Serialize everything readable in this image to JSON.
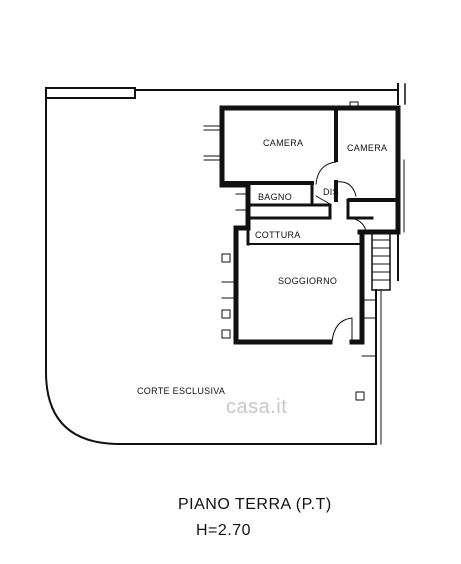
{
  "rooms": {
    "camera1": "CAMERA",
    "camera2": "CAMERA",
    "dis": "DIS",
    "bagno": "BAGNO",
    "cottura": "COTTURA",
    "soggiorno": "SOGGIORNO",
    "corte": "CORTE ESCLUSIVA"
  },
  "floor": {
    "title": "PIANO TERRA (P.T)",
    "height": "H=2.70"
  },
  "watermark": "casa.it"
}
